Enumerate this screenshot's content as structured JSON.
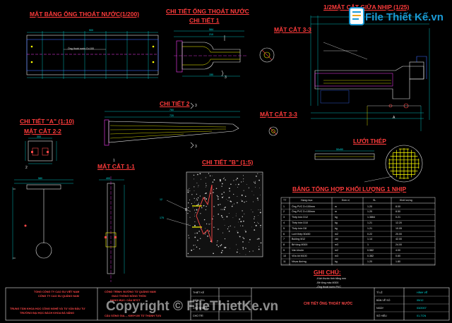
{
  "titles": {
    "mat_bang": "MẶT BẰNG ỐNG THOÁT NƯỚC(1/200)",
    "chi_tiet_ong": "CHI TIẾT ỐNG THOÁT NƯỚC",
    "chi_tiet_1": "CHI TIẾT 1",
    "mat_cat_3_3_top": "MẶT CẮT 3-3",
    "half_section": "1/2MẶT CẮT GIỮA NHỊP (1/25)",
    "chi_tiet_a": "CHI TIẾT \"A\" (1:10)",
    "mat_cat_2_2": "MẶT CẮT 2-2",
    "chi_tiet_2": "CHI TIẾT 2",
    "mat_cat_3_3_mid": "MẶT CẮT 3-3",
    "luoi_thep": "LƯỚI THÉP",
    "mat_cat_1_1": "MẶT CẮT 1-1",
    "chi_tiet_b": "CHI TIẾT \"B\" (1:5)",
    "bang_tong_hop": "BẢNG TỔNG HỢP KHỐI LƯỢNG 1 NHỊP",
    "ghi_chu": "GHI CHÚ:"
  },
  "notes": [
    "-Kích thước tính bằng mm",
    "-Bê tông mác M300",
    "-Ống thoát nước PVC"
  ],
  "dims": {
    "d900": "900",
    "d210": "210",
    "d584": "584",
    "d150": "150",
    "d720": "720",
    "d760": "760",
    "d300": "300",
    "d580": "580",
    "d400": "400",
    "d5050": "50x50",
    "d12": "12",
    "d175": "175",
    "pipe_note": "Ống thoát nước D=100",
    "label_3": "3",
    "label_1": "1",
    "label_2": "2",
    "label_a": "A",
    "label_b": "B"
  },
  "table": {
    "headers": [
      "TT",
      "Hạng mục",
      "Đơn vị",
      "SL",
      "Khối lượng"
    ],
    "rows": [
      [
        "1",
        "Ống PVC D=100mm",
        "m",
        "1.20",
        "8.00"
      ],
      [
        "2",
        "Ống PVC D=150mm",
        "m",
        "1.20",
        "8.50"
      ],
      [
        "3",
        "Thép tròn D12",
        "kg",
        "1.3864",
        "0.21"
      ],
      [
        "4",
        "Thép tròn D10",
        "kg",
        "1.21",
        "12.20"
      ],
      [
        "5",
        "Thép tròn D8",
        "kg",
        "1.21",
        "10.05"
      ],
      [
        "6",
        "Lưới thép 50x50",
        "m2",
        "0.22",
        "20.00"
      ],
      [
        "7",
        "Bulông M12",
        "cái",
        "1.14",
        "42.00"
      ],
      [
        "8",
        "Bê tông M300",
        "m3",
        "1",
        "24.00"
      ],
      [
        "9",
        "Ván khuôn",
        "m2",
        "0.582",
        "4.00"
      ],
      [
        "10",
        "Vữa lót M100",
        "m3",
        "0.382",
        "0.60"
      ],
      [
        "11",
        "Nhựa đường",
        "kg",
        "1.20",
        "1.80"
      ]
    ]
  },
  "title_block": {
    "company1": "TỔNG CÔNG TY CAO SU VIỆT NAM",
    "company2": "CÔNG TY CAO SU QUẢNG NAM",
    "company3": "TRUNG TÂM KHOA HỌC CÔNG NGHỆ VÀ TƯ VẤN ĐẦU TƯ",
    "company4": "TRƯỜNG ĐẠI HỌC BÁCH KHOA ĐÀ NẴNG",
    "project1": "CÔNG TRÌNH: ĐƯỜNG TỪ QUẢNG NAM",
    "project2": "GIAO THÔNG NÔNG THÔN",
    "project3": "HẠNG MỤC: CẦU BTCT",
    "project4": "CẦU SÔNG GIA..., KM0+100 TỪ THÀNH TỰU",
    "role1": "THIẾT KẾ",
    "role2": "KIỂM TRA",
    "role3": "CHỦ NHIỆM",
    "role4": "CHỦ TRÌ",
    "sheet_title": "CHI TIẾT ỐNG THOÁT NƯỚC",
    "r_tyle": "TỈ LỆ",
    "r_banve": "BẢN VẼ SỐ",
    "r_ngay": "NGÀY",
    "r_so": "SỐ HIỆU",
    "v_tyle": "HÌNH VẼ",
    "v_banve": "05/12",
    "v_ngay": "03/2007",
    "v_so": "01-TCN"
  },
  "watermark": {
    "logo_text": "File Thiết Kế.vn",
    "copyright": "Copyright © FileThietKe.vn"
  },
  "colors": {
    "background": "#000000",
    "title_red": "#ff3b3b",
    "title_green": "#3cff3c",
    "line_white": "#e8e8e8",
    "dim_cyan": "#00e5e5",
    "magenta": "#ff40ff",
    "yellow": "#ffff00",
    "blue": "#3d6bff"
  }
}
